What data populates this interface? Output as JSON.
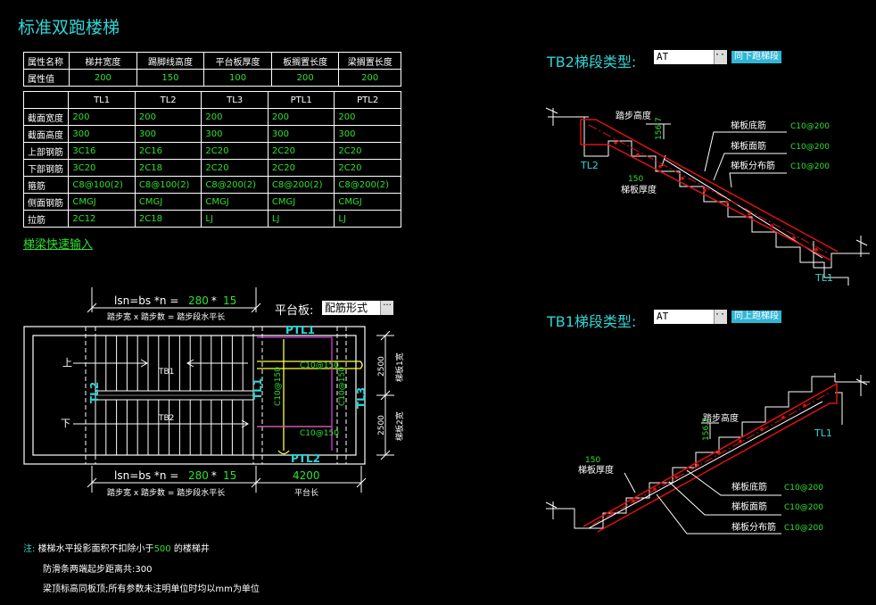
{
  "title": "标准双跑楼梯",
  "props_table": {
    "headers": [
      "属性名称",
      "梯井宽度",
      "踢脚线高度",
      "平台板厚度",
      "板搁置长度",
      "梁搁置长度"
    ],
    "row_label": "属性值",
    "values": [
      "200",
      "150",
      "100",
      "200",
      "200"
    ]
  },
  "beam_table": {
    "columns": [
      "TL1",
      "TL2",
      "TL3",
      "PTL1",
      "PTL2"
    ],
    "rows": [
      {
        "label": "截面宽度",
        "cells": [
          "200",
          "200",
          "200",
          "200",
          "200"
        ]
      },
      {
        "label": "截面高度",
        "cells": [
          "300",
          "300",
          "300",
          "300",
          "300"
        ]
      },
      {
        "label": "上部钢筋",
        "cells": [
          "3C16",
          "2C16",
          "2C20",
          "2C20",
          "2C20"
        ]
      },
      {
        "label": "下部钢筋",
        "cells": [
          "3C20",
          "2C18",
          "2C20",
          "2C20",
          "2C20"
        ]
      },
      {
        "label": "箍筋",
        "cells": [
          "C8@100(2)",
          "C8@100(2)",
          "C8@200(2)",
          "C8@200(2)",
          "C8@200(2)"
        ]
      },
      {
        "label": "侧面钢筋",
        "cells": [
          "CMGJ",
          "CMGJ",
          "CMGJ",
          "CMGJ",
          "CMGJ"
        ]
      },
      {
        "label": "拉筋",
        "cells": [
          "2C12",
          "2C18",
          "LJ",
          "LJ",
          "LJ"
        ]
      }
    ]
  },
  "quick_input": "梯梁快速输入",
  "plan": {
    "top_formula": {
      "prefix": "lsn=bs *n = ",
      "bs": "280",
      "times": " * ",
      "n": "15"
    },
    "top_caption": "踏步宽 x 踏步数 = 踏步段水平长",
    "bottom_formula": {
      "prefix": "lsn=bs *n = ",
      "bs": "280",
      "times": " * ",
      "n": "15"
    },
    "bottom_caption": "踏步宽 x 踏步数 = 踏步段水平长",
    "platform_len": "4200",
    "platform_caption": "平台长",
    "platform_label": "平台板:",
    "platform_value": "配筋形式",
    "up": "上",
    "down": "下",
    "tb1": "TB1",
    "tb2": "TB2",
    "tl2": "TL2",
    "tl1": "TL1",
    "tl3": "TL3",
    "ptl1": "PTL1",
    "ptl2": "PTL2",
    "rebar_h1": "C10@150",
    "rebar_h2": "C10@150",
    "rebar_v1": "C10@150",
    "rebar_v2": "C10@150",
    "dim_2500_a": "2500",
    "dim_2500_b": "2500",
    "width1": "梯板1宽",
    "width2": "梯板2宽"
  },
  "tb2": {
    "label": "TB2梯段类型:",
    "type": "AT",
    "button": "同下跑梯段",
    "step_height": "踏步高度",
    "step_height_val": "156.7",
    "thickness": "梯板厚度",
    "thickness_val": "150",
    "bottom_bar": "梯板底筋",
    "top_bar": "梯板面筋",
    "dist_bar": "梯板分布筋",
    "bottom_bar_val": "C10@200",
    "top_bar_val": "C10@200",
    "dist_bar_val": "C10@200",
    "tl_left": "TL2",
    "tl_right": "TL1"
  },
  "tb1": {
    "label": "TB1梯段类型:",
    "type": "AT",
    "button": "同上跑梯段",
    "step_height": "踏步高度",
    "step_height_val": "156.7",
    "thickness": "梯板厚度",
    "thickness_val": "150",
    "bottom_bar": "梯板底筋",
    "top_bar": "梯板面筋",
    "dist_bar": "梯板分布筋",
    "bottom_bar_val": "C10@200",
    "top_bar_val": "C10@200",
    "dist_bar_val": "C10@200",
    "tl_right": "TL1"
  },
  "notes": {
    "prefix": "注:",
    "line1_a": "楼梯水平投影面积不扣除小于",
    "line1_num": "500",
    "line1_b": " 的楼梯井",
    "line2": "防滑条两端起步距离共:300",
    "line3": "梁顶标高同板顶;所有参数未注明单位时均以mm为单位"
  },
  "colors": {
    "cyan": "#2fd5d5",
    "green": "#30e030",
    "red": "#e01010",
    "yellow": "#ffff40",
    "magenta": "#d040d0"
  }
}
